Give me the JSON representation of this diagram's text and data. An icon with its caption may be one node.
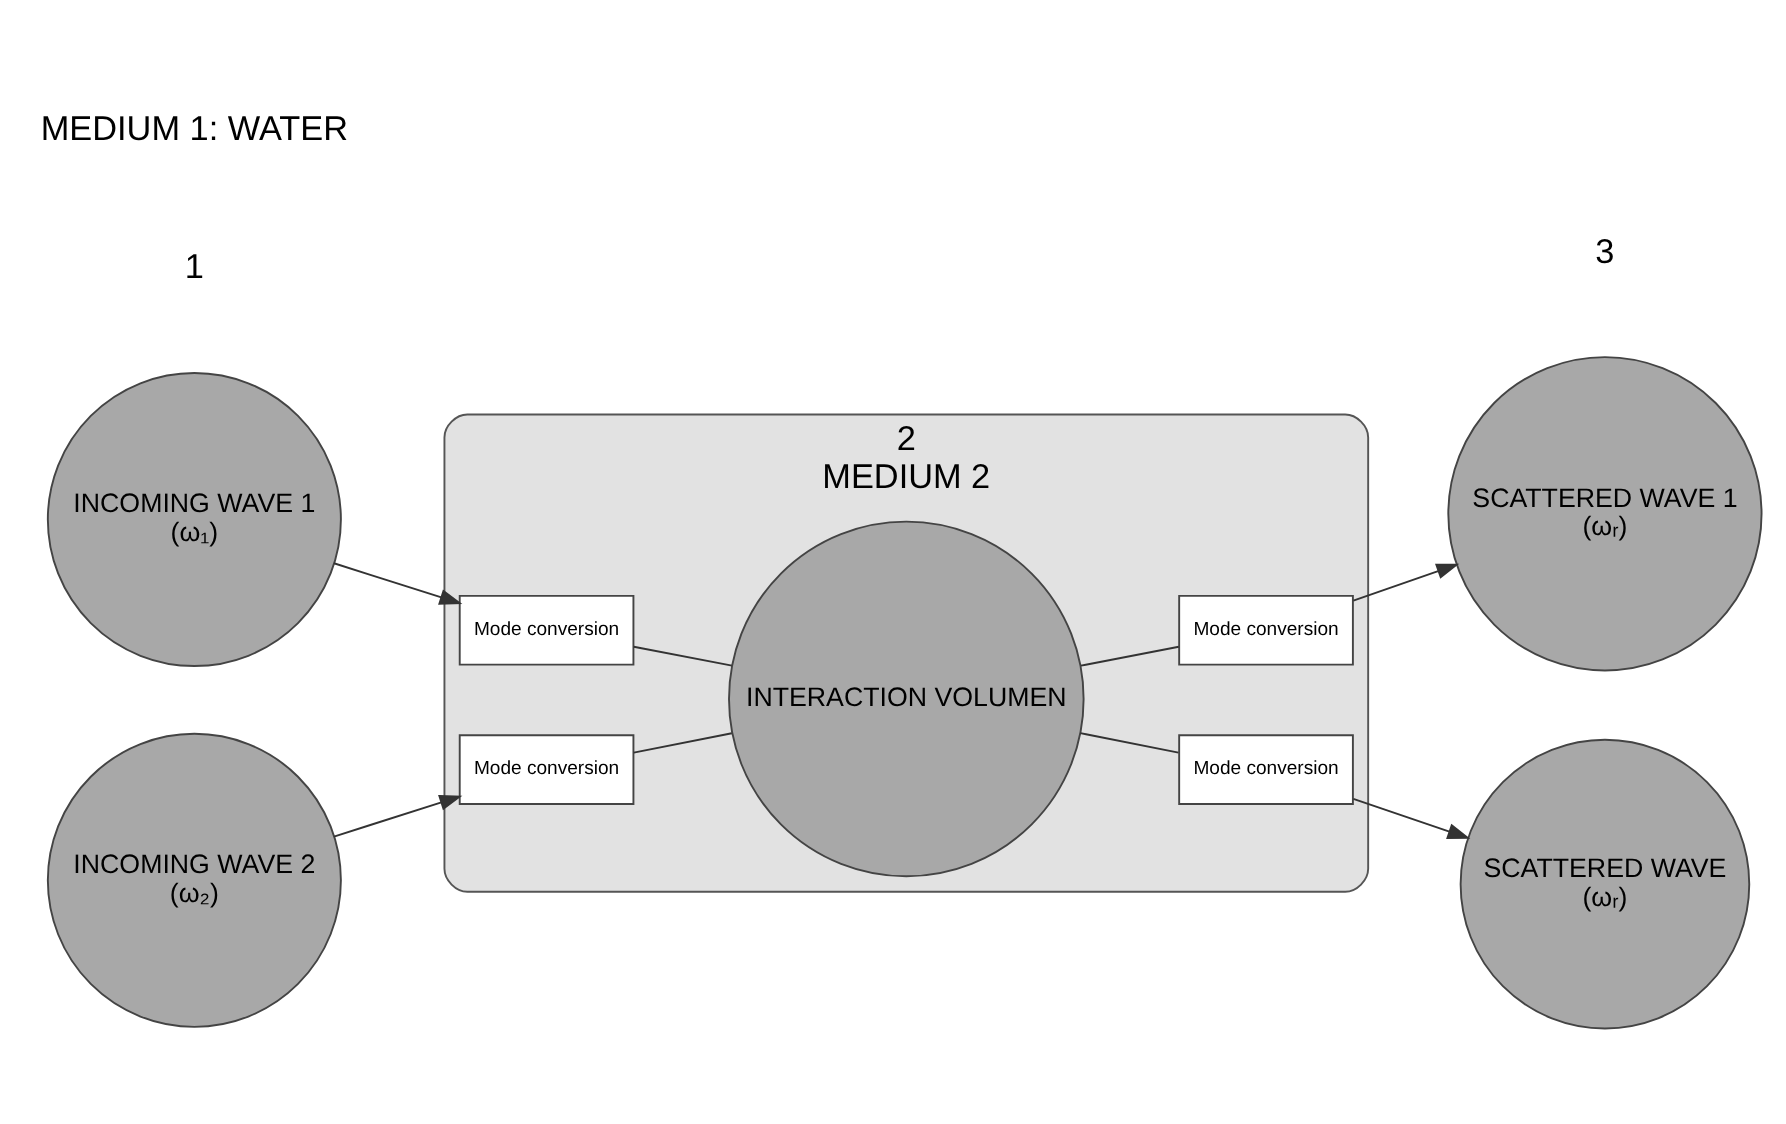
{
  "diagram": {
    "nodes": [
      {
        "text": [
          "INCOMING WAVE 1",
          "(ω₁)"
        ]
      },
      {
        "text": [
          "SCATTERED WAVE 1",
          "(ωᵣ)"
        ]
      },
      {
        "text": [
          "2",
          "MEDIUM 2"
        ]
      },
      {
        "text": [
          "Mode conversion"
        ],
        "in": 2
      },
      {
        "text": [
          "Mode conversion"
        ],
        "in": 2
      },
      {
        "text": [
          "INTERACTION VOLUMEN"
        ],
        "in": 2
      },
      {
        "text": [
          "Mode conversion"
        ],
        "in": 2
      },
      {
        "text": [
          "Mode conversion"
        ],
        "in": 2
      },
      {
        "text": [
          "INCOMING WAVE 2",
          "(ω₂)"
        ]
      },
      {
        "text": [
          "SCATTERED WAVE",
          "(ωᵣ)"
        ]
      }
    ],
    "edges": [
      {
        "from": 0,
        "to": 3,
        "arrow": "to"
      },
      {
        "from": 3,
        "to": 5,
        "arrow": "none"
      },
      {
        "from": 8,
        "to": 6,
        "arrow": "to"
      },
      {
        "from": 6,
        "to": 5,
        "arrow": "none"
      },
      {
        "from": 5,
        "to": 4,
        "arrow": "none"
      },
      {
        "from": 4,
        "to": 1,
        "arrow": "to"
      },
      {
        "from": 5,
        "to": 7,
        "arrow": "none"
      },
      {
        "from": 7,
        "to": 9,
        "arrow": "to"
      }
    ],
    "labels": [
      "1",
      "3",
      "MEDIUM 1: WATER"
    ]
  }
}
